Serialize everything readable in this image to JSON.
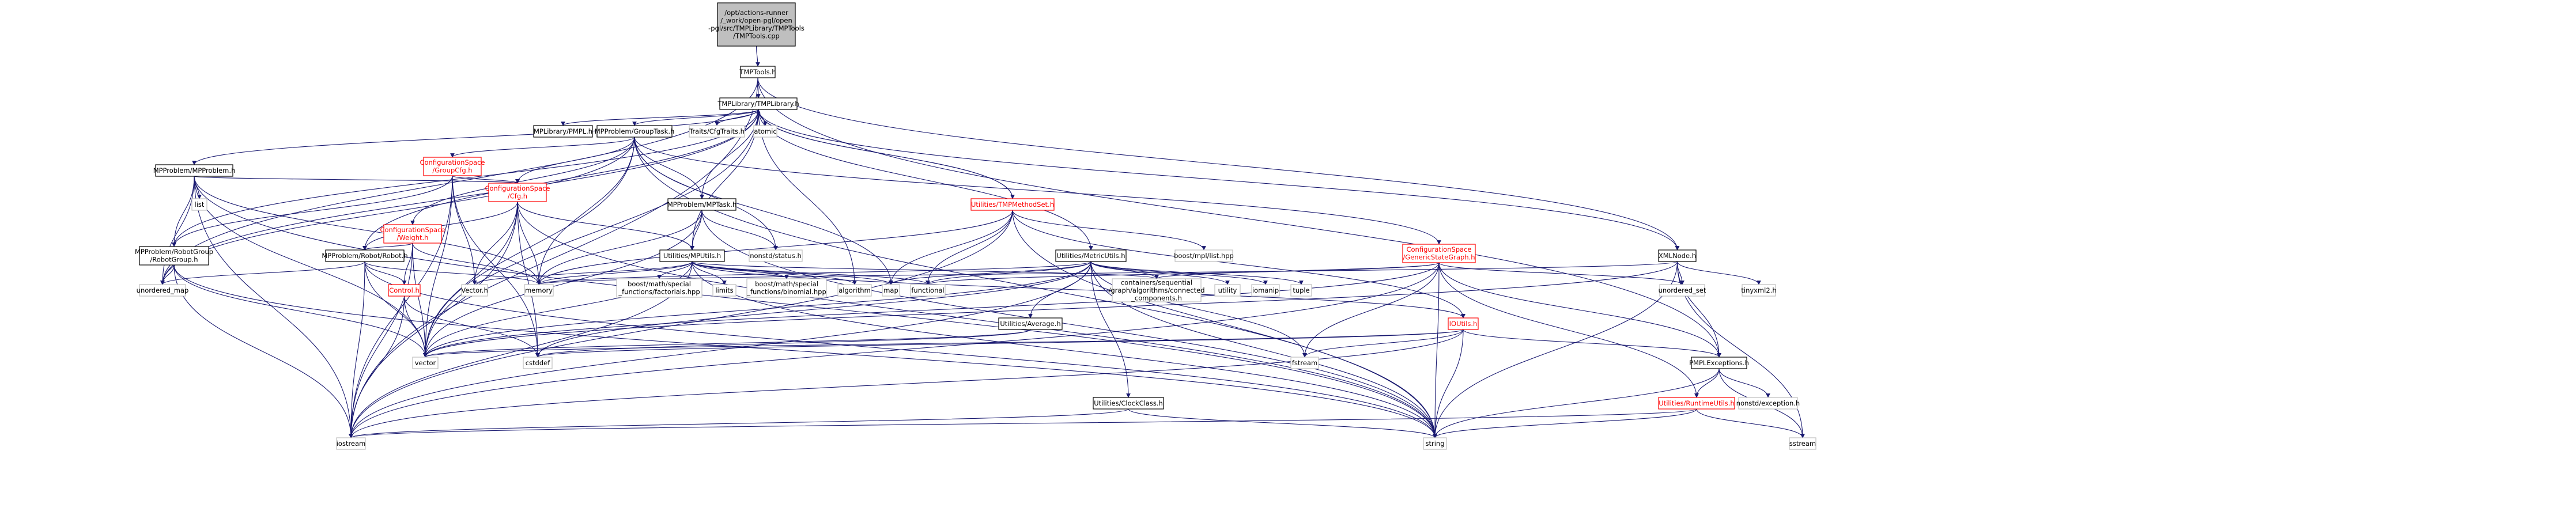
{
  "title": "/opt/actions-runner/_work/open-pgl/open-pgl/src/TMPLibrary/TMPTools/TMPTools.cpp",
  "colors": {
    "edge": "#191970",
    "link_border": "#000000",
    "red_border": "#ff0000",
    "gray_border": "#bfbfbf",
    "root_fill": "#bfbfbf"
  },
  "nodes": [
    {
      "id": "root",
      "lines": [
        "/opt/actions-runner",
        "/_work/open-pgl/open",
        "-pgl/src/TMPLibrary/TMPTools",
        "/TMPTools.cpp"
      ],
      "style": "root"
    },
    {
      "id": "tmptools_h",
      "lines": [
        "TMPTools.h"
      ],
      "style": "normal"
    },
    {
      "id": "tmplibrary_h",
      "lines": [
        "TMPLibrary/TMPLibrary.h"
      ],
      "style": "normal"
    },
    {
      "id": "pmpl_h",
      "lines": [
        "MPLibrary/PMPL.h"
      ],
      "style": "normal"
    },
    {
      "id": "grouptask_h",
      "lines": [
        "MPProblem/GroupTask.h"
      ],
      "style": "normal"
    },
    {
      "id": "traits_h",
      "lines": [
        "Traits/CfgTraits.h"
      ],
      "style": "gray"
    },
    {
      "id": "atomic",
      "lines": [
        "atomic"
      ],
      "style": "gray"
    },
    {
      "id": "mpproblem_h",
      "lines": [
        "MPProblem/MPProblem.h"
      ],
      "style": "normal"
    },
    {
      "id": "groupcfg_h",
      "lines": [
        "ConfigurationSpace",
        "/GroupCfg.h"
      ],
      "style": "red"
    },
    {
      "id": "list",
      "lines": [
        "list"
      ],
      "style": "gray"
    },
    {
      "id": "cfg_h",
      "lines": [
        "ConfigurationSpace",
        "/Cfg.h"
      ],
      "style": "red"
    },
    {
      "id": "weight_h",
      "lines": [
        "ConfigurationSpace",
        "/Weight.h"
      ],
      "style": "red"
    },
    {
      "id": "mptask_h",
      "lines": [
        "MPProblem/MPTask.h"
      ],
      "style": "normal"
    },
    {
      "id": "tmpmethodset_h",
      "lines": [
        "Utilities/TMPMethodSet.h"
      ],
      "style": "red"
    },
    {
      "id": "robotgroup_h",
      "lines": [
        "MPProblem/RobotGroup",
        "/RobotGroup.h"
      ],
      "style": "normal"
    },
    {
      "id": "robot_h",
      "lines": [
        "MPProblem/Robot/Robot.h"
      ],
      "style": "normal"
    },
    {
      "id": "mputils_h",
      "lines": [
        "Utilities/MPUtils.h"
      ],
      "style": "normal"
    },
    {
      "id": "nonstd_status",
      "lines": [
        "nonstd/status.h"
      ],
      "style": "gray"
    },
    {
      "id": "metricutils_h",
      "lines": [
        "Utilities/MetricUtils.h"
      ],
      "style": "normal"
    },
    {
      "id": "genericstategraph_h",
      "lines": [
        "ConfigurationSpace",
        "/GenericStateGraph.h"
      ],
      "style": "red"
    },
    {
      "id": "boost_mpl_list",
      "lines": [
        "boost/mpl/list.hpp"
      ],
      "style": "gray"
    },
    {
      "id": "xmlnode_h",
      "lines": [
        "XMLNode.h"
      ],
      "style": "normal"
    },
    {
      "id": "unordered_map",
      "lines": [
        "unordered_map"
      ],
      "style": "gray"
    },
    {
      "id": "control_h",
      "lines": [
        "Control.h"
      ],
      "style": "red"
    },
    {
      "id": "vector_h",
      "lines": [
        "Vector.h"
      ],
      "style": "gray"
    },
    {
      "id": "memory",
      "lines": [
        "memory"
      ],
      "style": "gray"
    },
    {
      "id": "boost_factorials",
      "lines": [
        "boost/math/special",
        "_functions/factorials.hpp"
      ],
      "style": "gray"
    },
    {
      "id": "limits",
      "lines": [
        "limits"
      ],
      "style": "gray"
    },
    {
      "id": "boost_binomial",
      "lines": [
        "boost/math/special",
        "_functions/binomial.hpp"
      ],
      "style": "gray"
    },
    {
      "id": "algorithm",
      "lines": [
        "algorithm"
      ],
      "style": "gray"
    },
    {
      "id": "map",
      "lines": [
        "map"
      ],
      "style": "gray"
    },
    {
      "id": "functional",
      "lines": [
        "functional"
      ],
      "style": "gray"
    },
    {
      "id": "connected_components",
      "lines": [
        "containers/sequential",
        "/graph/algorithms/connected",
        "_components.h"
      ],
      "style": "gray"
    },
    {
      "id": "utility",
      "lines": [
        "utility"
      ],
      "style": "gray"
    },
    {
      "id": "iomanip",
      "lines": [
        "iomanip"
      ],
      "style": "gray"
    },
    {
      "id": "tuple",
      "lines": [
        "tuple"
      ],
      "style": "gray"
    },
    {
      "id": "ioutils_h",
      "lines": [
        "IOUtils.h"
      ],
      "style": "red"
    },
    {
      "id": "unordered_set",
      "lines": [
        "unordered_set"
      ],
      "style": "gray"
    },
    {
      "id": "tinyxml2",
      "lines": [
        "tinyxml2.h"
      ],
      "style": "gray"
    },
    {
      "id": "average_h",
      "lines": [
        "Utilities/Average.h"
      ],
      "style": "normal"
    },
    {
      "id": "vector",
      "lines": [
        "vector"
      ],
      "style": "gray"
    },
    {
      "id": "cstddef",
      "lines": [
        "cstddef"
      ],
      "style": "gray"
    },
    {
      "id": "fstream",
      "lines": [
        "fstream"
      ],
      "style": "gray"
    },
    {
      "id": "pmplexceptions_h",
      "lines": [
        "PMPLExceptions.h"
      ],
      "style": "normal"
    },
    {
      "id": "clockclass_h",
      "lines": [
        "Utilities/ClockClass.h"
      ],
      "style": "normal"
    },
    {
      "id": "runtimeutils_h",
      "lines": [
        "Utilities/RuntimeUtils.h"
      ],
      "style": "red"
    },
    {
      "id": "nonstd_exception",
      "lines": [
        "nonstd/exception.h"
      ],
      "style": "gray"
    },
    {
      "id": "iostream",
      "lines": [
        "iostream"
      ],
      "style": "gray"
    },
    {
      "id": "string",
      "lines": [
        "string"
      ],
      "style": "gray"
    },
    {
      "id": "sstream",
      "lines": [
        "sstream"
      ],
      "style": "gray"
    }
  ],
  "edges": [
    [
      "root",
      "tmptools_h"
    ],
    [
      "tmptools_h",
      "tmplibrary_h"
    ],
    [
      "tmptools_h",
      "xmlnode_h"
    ],
    [
      "tmptools_h",
      "pmplexceptions_h"
    ],
    [
      "tmptools_h",
      "unordered_map"
    ],
    [
      "tmptools_h",
      "iostream"
    ],
    [
      "tmplibrary_h",
      "pmpl_h"
    ],
    [
      "tmplibrary_h",
      "grouptask_h"
    ],
    [
      "tmplibrary_h",
      "traits_h"
    ],
    [
      "tmplibrary_h",
      "atomic"
    ],
    [
      "tmplibrary_h",
      "mpproblem_h"
    ],
    [
      "tmplibrary_h",
      "mptask_h"
    ],
    [
      "tmplibrary_h",
      "tmpmethodset_h"
    ],
    [
      "tmplibrary_h",
      "robotgroup_h"
    ],
    [
      "tmplibrary_h",
      "robot_h"
    ],
    [
      "tmplibrary_h",
      "mputils_h"
    ],
    [
      "tmplibrary_h",
      "metricutils_h"
    ],
    [
      "tmplibrary_h",
      "xmlnode_h"
    ],
    [
      "tmplibrary_h",
      "unordered_map"
    ],
    [
      "tmplibrary_h",
      "algorithm"
    ],
    [
      "tmplibrary_h",
      "vector"
    ],
    [
      "grouptask_h",
      "groupcfg_h"
    ],
    [
      "grouptask_h",
      "cfg_h"
    ],
    [
      "grouptask_h",
      "weight_h"
    ],
    [
      "grouptask_h",
      "mptask_h"
    ],
    [
      "grouptask_h",
      "genericstategraph_h"
    ],
    [
      "grouptask_h",
      "memory"
    ],
    [
      "grouptask_h",
      "map"
    ],
    [
      "grouptask_h",
      "nonstd_status"
    ],
    [
      "grouptask_h",
      "string"
    ],
    [
      "grouptask_h",
      "unordered_map"
    ],
    [
      "grouptask_h",
      "vector"
    ],
    [
      "mpproblem_h",
      "cfg_h"
    ],
    [
      "mpproblem_h",
      "robotgroup_h"
    ],
    [
      "mpproblem_h",
      "list"
    ],
    [
      "mpproblem_h",
      "memory"
    ],
    [
      "mpproblem_h",
      "string"
    ],
    [
      "mpproblem_h",
      "unordered_map"
    ],
    [
      "mpproblem_h",
      "vector"
    ],
    [
      "mpproblem_h",
      "iostream"
    ],
    [
      "groupcfg_h",
      "cfg_h"
    ],
    [
      "groupcfg_h",
      "robotgroup_h"
    ],
    [
      "groupcfg_h",
      "vector_h"
    ],
    [
      "groupcfg_h",
      "cstddef"
    ],
    [
      "groupcfg_h",
      "iostream"
    ],
    [
      "groupcfg_h",
      "vector"
    ],
    [
      "cfg_h",
      "mputils_h"
    ],
    [
      "cfg_h",
      "robot_h"
    ],
    [
      "cfg_h",
      "memory"
    ],
    [
      "cfg_h",
      "vector_h"
    ],
    [
      "cfg_h",
      "cstddef"
    ],
    [
      "cfg_h",
      "vector"
    ],
    [
      "cfg_h",
      "iostream"
    ],
    [
      "cfg_h",
      "string"
    ],
    [
      "weight_h",
      "robot_h"
    ],
    [
      "weight_h",
      "control_h"
    ],
    [
      "weight_h",
      "iostream"
    ],
    [
      "weight_h",
      "vector"
    ],
    [
      "weight_h",
      "memory"
    ],
    [
      "mptask_h",
      "mputils_h"
    ],
    [
      "mptask_h",
      "memory"
    ],
    [
      "mptask_h",
      "nonstd_status"
    ],
    [
      "mptask_h",
      "string"
    ],
    [
      "mptask_h",
      "vector"
    ],
    [
      "tmpmethodset_h",
      "tmplibrary_h"
    ],
    [
      "tmpmethodset_h",
      "boost_mpl_list"
    ],
    [
      "tmpmethodset_h",
      "ioutils_h"
    ],
    [
      "tmpmethodset_h",
      "map"
    ],
    [
      "tmpmethodset_h",
      "memory"
    ],
    [
      "tmpmethodset_h",
      "string"
    ],
    [
      "tmpmethodset_h",
      "functional"
    ],
    [
      "tmpmethodset_h",
      "iostream"
    ],
    [
      "robotgroup_h",
      "unordered_map"
    ],
    [
      "robotgroup_h",
      "iostream"
    ],
    [
      "robotgroup_h",
      "string"
    ],
    [
      "robotgroup_h",
      "vector"
    ],
    [
      "robot_h",
      "control_h"
    ],
    [
      "robot_h",
      "memory"
    ],
    [
      "robot_h",
      "iostream"
    ],
    [
      "robot_h",
      "string"
    ],
    [
      "robot_h",
      "unordered_map"
    ],
    [
      "robot_h",
      "vector"
    ],
    [
      "control_h",
      "vector"
    ],
    [
      "control_h",
      "cstddef"
    ],
    [
      "control_h",
      "iostream"
    ],
    [
      "mputils_h",
      "vector_h"
    ],
    [
      "mputils_h",
      "memory"
    ],
    [
      "mputils_h",
      "boost_factorials"
    ],
    [
      "mputils_h",
      "limits"
    ],
    [
      "mputils_h",
      "boost_binomial"
    ],
    [
      "mputils_h",
      "algorithm"
    ],
    [
      "mputils_h",
      "map"
    ],
    [
      "mputils_h",
      "functional"
    ],
    [
      "mputils_h",
      "connected_components"
    ],
    [
      "mputils_h",
      "ioutils_h"
    ],
    [
      "mputils_h",
      "vector"
    ],
    [
      "mputils_h",
      "iostream"
    ],
    [
      "mputils_h",
      "string"
    ],
    [
      "metricutils_h",
      "average_h"
    ],
    [
      "metricutils_h",
      "clockclass_h"
    ],
    [
      "metricutils_h",
      "map"
    ],
    [
      "metricutils_h",
      "memory"
    ],
    [
      "metricutils_h",
      "utility"
    ],
    [
      "metricutils_h",
      "iomanip"
    ],
    [
      "metricutils_h",
      "tuple"
    ],
    [
      "metricutils_h",
      "vector"
    ],
    [
      "metricutils_h",
      "iostream"
    ],
    [
      "metricutils_h",
      "string"
    ],
    [
      "metricutils_h",
      "fstream"
    ],
    [
      "metricutils_h",
      "functional"
    ],
    [
      "metricutils_h",
      "connected_components"
    ],
    [
      "metricutils_h",
      "cstddef"
    ],
    [
      "genericstategraph_h",
      "connected_components"
    ],
    [
      "genericstategraph_h",
      "unordered_set"
    ],
    [
      "genericstategraph_h",
      "runtimeutils_h"
    ],
    [
      "genericstategraph_h",
      "pmplexceptions_h"
    ],
    [
      "genericstategraph_h",
      "fstream"
    ],
    [
      "genericstategraph_h",
      "string"
    ],
    [
      "genericstategraph_h",
      "vector"
    ],
    [
      "genericstategraph_h",
      "iostream"
    ],
    [
      "genericstategraph_h",
      "functional"
    ],
    [
      "xmlnode_h",
      "tinyxml2"
    ],
    [
      "xmlnode_h",
      "pmplexceptions_h"
    ],
    [
      "xmlnode_h",
      "unordered_set"
    ],
    [
      "xmlnode_h",
      "memory"
    ],
    [
      "xmlnode_h",
      "string"
    ],
    [
      "xmlnode_h",
      "vector"
    ],
    [
      "xmlnode_h",
      "sstream"
    ],
    [
      "ioutils_h",
      "pmplexceptions_h"
    ],
    [
      "ioutils_h",
      "fstream"
    ],
    [
      "ioutils_h",
      "iostream"
    ],
    [
      "ioutils_h",
      "string"
    ],
    [
      "ioutils_h",
      "vector"
    ],
    [
      "ioutils_h",
      "cstddef"
    ],
    [
      "average_h",
      "vector"
    ],
    [
      "average_h",
      "cstddef"
    ],
    [
      "clockclass_h",
      "iostream"
    ],
    [
      "clockclass_h",
      "string"
    ],
    [
      "pmplexceptions_h",
      "runtimeutils_h"
    ],
    [
      "pmplexceptions_h",
      "nonstd_exception"
    ],
    [
      "pmplexceptions_h",
      "string"
    ],
    [
      "pmplexceptions_h",
      "sstream"
    ],
    [
      "runtimeutils_h",
      "iostream"
    ],
    [
      "runtimeutils_h",
      "string"
    ],
    [
      "runtimeutils_h",
      "sstream"
    ]
  ]
}
